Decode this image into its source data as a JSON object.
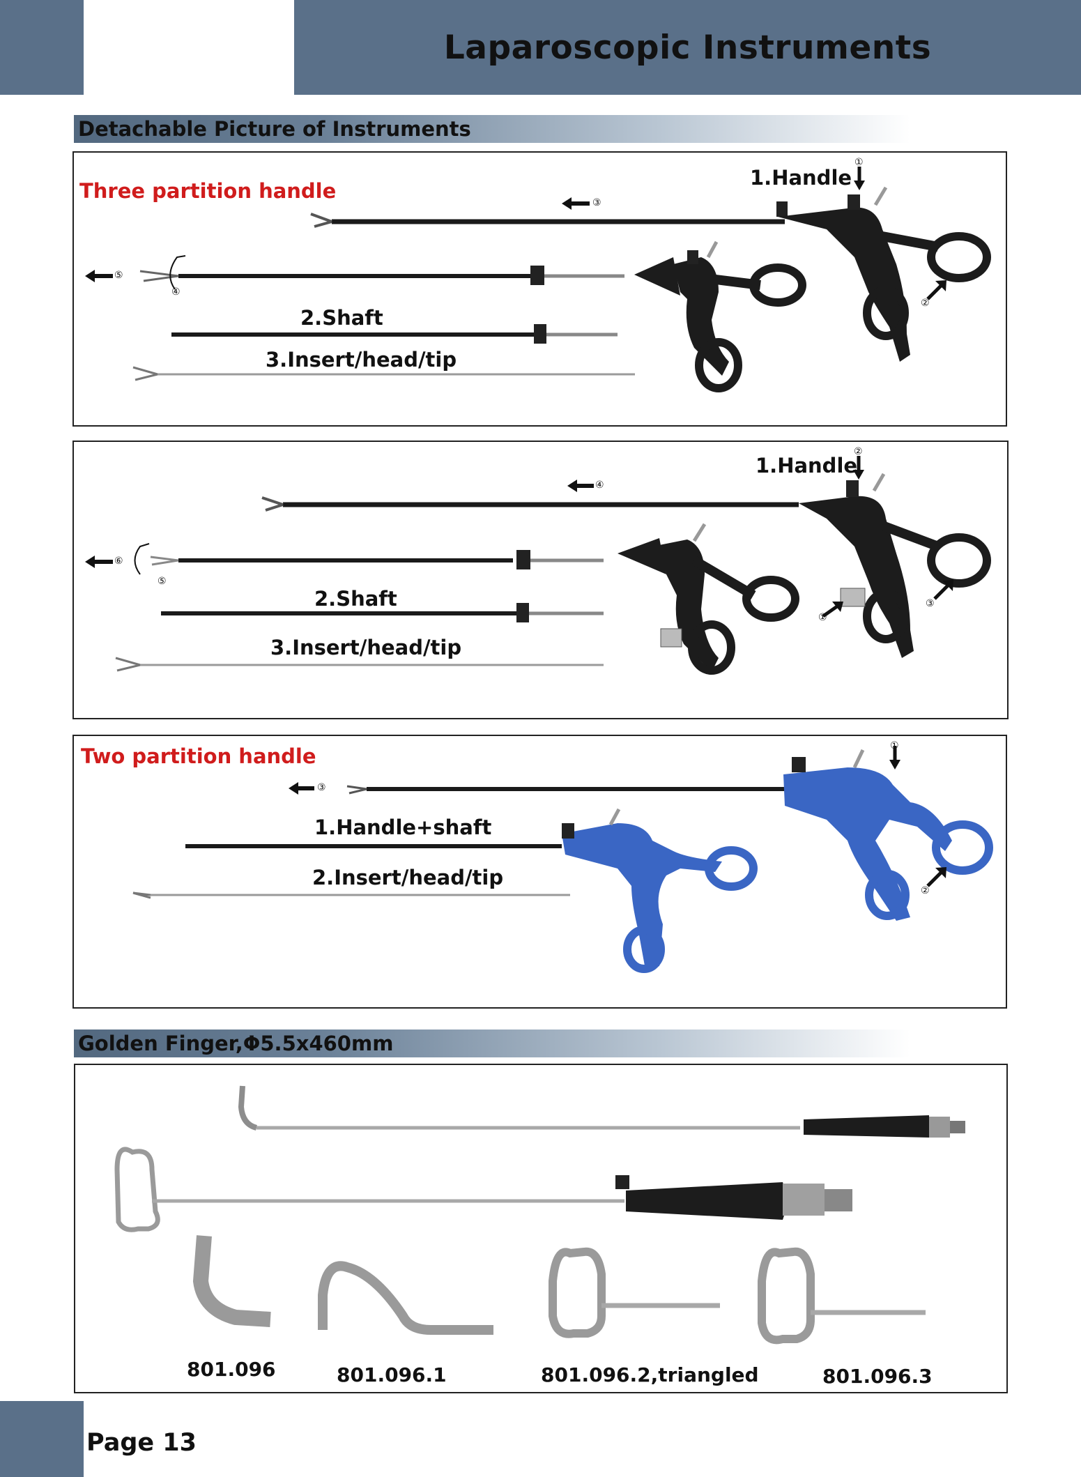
{
  "header": {
    "title": "Laparoscopic Instruments"
  },
  "section1": {
    "title": "Detachable Picture of Instruments"
  },
  "panel1": {
    "heading": "Three partition handle",
    "handle_label": "1.Handle",
    "shaft_label": "2.Shaft",
    "insert_label": "3.Insert/head/tip",
    "markers": [
      "①",
      "②",
      "③",
      "④",
      "⑤"
    ]
  },
  "panel2": {
    "handle_label": "1.Handle",
    "shaft_label": "2.Shaft",
    "insert_label": "3.Insert/head/tip",
    "markers": [
      "①",
      "②",
      "③",
      "④",
      "⑤",
      "⑥"
    ]
  },
  "panel3": {
    "heading": "Two partition handle",
    "handle_shaft_label": "1.Handle+shaft",
    "insert_label": "2.Insert/head/tip",
    "markers": [
      "①",
      "②",
      "③"
    ]
  },
  "section2": {
    "title": "Golden Finger,Φ5.5x460mm"
  },
  "panel4": {
    "parts": [
      "801.096",
      "801.096.1",
      "801.096.2,triangled",
      "801.096.3"
    ]
  },
  "footer": {
    "page": "Page 13"
  },
  "colors": {
    "header_bg": "#5a7089",
    "heading_red": "#d01c1c",
    "handle_black": "#1c1c1c",
    "handle_blue": "#3a66c4"
  }
}
